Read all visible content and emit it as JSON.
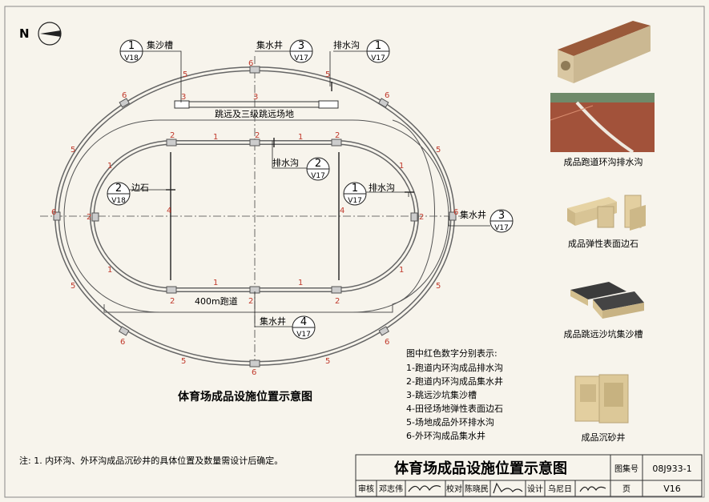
{
  "north": "N",
  "refs": {
    "sand_trough": {
      "num": "1",
      "sheet": "V18",
      "label": "集沙槽"
    },
    "top_well": {
      "num": "3",
      "sheet": "V17",
      "label": "集水井"
    },
    "top_drain": {
      "num": "1",
      "sheet": "V17",
      "label": "排水沟"
    },
    "inner_drain": {
      "num": "2",
      "sheet": "V17",
      "label": "排水沟"
    },
    "curb": {
      "num": "2",
      "sheet": "V18",
      "label": "边石"
    },
    "right_drain": {
      "num": "1",
      "sheet": "V17",
      "label": "排水沟"
    },
    "right_well": {
      "num": "3",
      "sheet": "V17",
      "label": "集水井"
    },
    "bottom_well": {
      "num": "4",
      "sheet": "V17",
      "label": "集水井"
    }
  },
  "field_labels": {
    "jump_area": "跳远及三级跳远场地",
    "track": "400m跑道"
  },
  "red_numbers": {
    "n1": "1",
    "n2": "2",
    "n3": "3",
    "n4": "4",
    "n5": "5",
    "n6": "6"
  },
  "legend": {
    "heading": "图中红色数字分别表示:",
    "items": [
      "1-跑道内环沟成品排水沟",
      "2-跑道内环沟成品集水井",
      "3-跳远沙坑集沙槽",
      "4-田径场地弹性表面边石",
      "5-场地成品外环排水沟",
      "6-外环沟成品集水井"
    ]
  },
  "diagram_caption": "体育场成品设施位置示意图",
  "note": "注: 1. 内环沟、外环沟成品沉砂井的具体位置及数量需设计后确定。",
  "photos": [
    {
      "caption": "成品跑道环沟排水沟"
    },
    {
      "caption": "成品弹性表面边石"
    },
    {
      "caption": "成品跳远沙坑集沙槽"
    },
    {
      "caption": "成品沉砂井"
    }
  ],
  "title_block": {
    "title": "体育场成品设施位置示意图",
    "atlas_label": "图集号",
    "atlas_no": "08J933-1",
    "review_label": "审核",
    "reviewer": "邓志伟",
    "check_label": "校对",
    "checker": "陈晓民",
    "design_label": "设计",
    "designer": "乌尼日",
    "page_label": "页",
    "page_no": "V16"
  },
  "colors": {
    "red": "#c0392b",
    "line": "#333333",
    "track": "#6a6a6a",
    "brand": "#c4b59a"
  }
}
